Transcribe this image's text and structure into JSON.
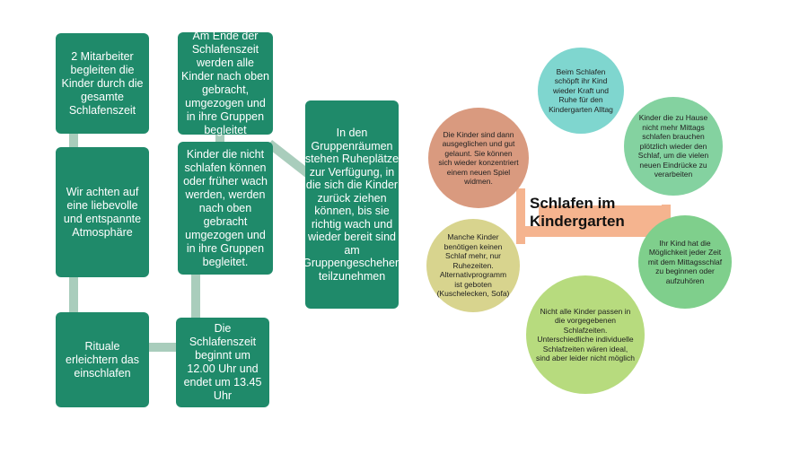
{
  "flow": {
    "box1": "2 Mitarbeiter begleiten die Kinder durch die gesamte Schlafenszeit",
    "box2": "Wir achten auf eine liebevolle und entspannte Atmosphäre",
    "box3": "Rituale erleichtern das einschlafen",
    "box4": "Die Schlafenszeit beginnt um 12.00 Uhr und endet um 13.45 Uhr",
    "box5": "Kinder die nicht schlafen können oder früher wach werden, werden nach oben gebracht umgezogen und in ihre Gruppen begleitet.",
    "box6": "Am Ende der Schlafenszeit werden alle Kinder nach oben gebracht, umgezogen und in ihre Gruppen begleitet",
    "box7": "In den Gruppenräumen stehen Ruheplätze zur Verfügung, in die sich die Kinder zurück ziehen können, bis sie richtig wach und wieder bereit sind am Gruppengeschehen teilzunehmen"
  },
  "cycle": {
    "title": "Schlafen im Kindergarten",
    "circles": [
      {
        "text": "Beim Schlafen schöpft ihr Kind wieder Kraft und Ruhe für den Kindergarten Alltag",
        "color": "#7fd6cf"
      },
      {
        "text": "Kinder die zu Hause nicht mehr Mittags schlafen brauchen plötzlich wieder den Schlaf, um die vielen neuen Eindrücke zu verarbeiten",
        "color": "#84d2a0"
      },
      {
        "text": "Ihr Kind hat die Möglichkeit jeder Zeit mit dem Mittagsschlaf zu beginnen oder aufzuhören",
        "color": "#7fcf8c"
      },
      {
        "text": "Nicht alle Kinder passen in die vorgegebenen Schlafzeiten. Unterschiedliche individuelle Schlafzeiten wären ideal, sind aber leider nicht möglich",
        "color": "#b7db7e"
      },
      {
        "text": "Manche Kinder benötigen keinen Schlaf mehr, nur Ruhezeiten. Alternativprogramm ist geboten (Kuschelecken, Sofa)",
        "color": "#d8d48e"
      },
      {
        "text": "Die Kinder sind dann ausgeglichen und gut gelaunt. Sie können sich wieder konzentriert einem neuen Spiel widmen.",
        "color": "#d99a7f"
      }
    ]
  },
  "colors": {
    "box": "#1f8a6a",
    "connector": "#a9cdbc",
    "bed": "#f5b48f"
  }
}
